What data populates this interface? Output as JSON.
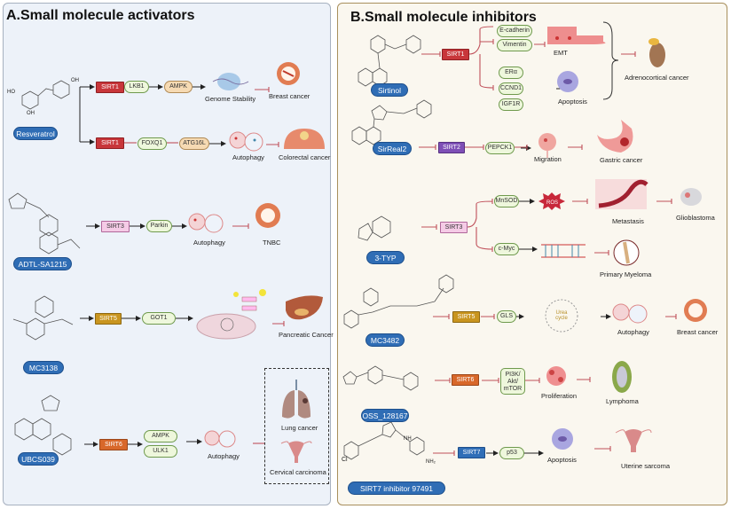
{
  "panel_a": {
    "title": "A.Small molecule activators",
    "rows": [
      {
        "drug": "Resveratrol",
        "atoms": [
          "HO",
          "OH",
          "OH"
        ],
        "path1": {
          "sirt": "SIRT1",
          "nodes": [
            "LKB1",
            "AMPK"
          ],
          "effect": "Genome Stability",
          "cancer": "Breast cancer"
        },
        "path2": {
          "sirt": "SIRT1",
          "nodes": [
            "FOXQ1",
            "ATG16L"
          ],
          "effect": "Autophagy",
          "cancer": "Colorectal cancer"
        }
      },
      {
        "drug": "ADTL-SA1215",
        "sirt": "SIRT3",
        "nodes": [
          "Parkin"
        ],
        "effect": "Autophagy",
        "cancer": "TNBC"
      },
      {
        "drug": "MC3138",
        "sirt": "SIRT5",
        "nodes": [
          "GOT1"
        ],
        "cancer": "Pancreatic Cancer"
      },
      {
        "drug": "UBCS039",
        "sirt": "SIRT6",
        "nodes": [
          "AMPK",
          "ULK1"
        ],
        "effect": "Autophagy",
        "cancers": [
          "Lung cancer",
          "Cervical carcinoma"
        ]
      }
    ]
  },
  "panel_b": {
    "title": "B.Small molecule inhibitors",
    "rows": [
      {
        "drug": "Sirtinol",
        "sirt": "SIRT1",
        "nodes": [
          "E-cadherin",
          "Vimentin",
          "ERα",
          "CCND1",
          "IGF1R"
        ],
        "effects": [
          "EMT",
          "Apoptosis"
        ],
        "cancer": "Adrenocortical cancer"
      },
      {
        "drug": "SirReal2",
        "sirt": "SIRT2",
        "nodes": [
          "PEPCK1"
        ],
        "effect": "Migration",
        "cancer": "Gastric cancer"
      },
      {
        "drug": "3-TYP",
        "sirt": "SIRT3",
        "nodes": [
          "MnSOD",
          "c-Myc"
        ],
        "ros": "ROS",
        "effects": [
          "Metastasis"
        ],
        "cancers": [
          "Glioblastoma",
          "Primary Myeloma"
        ]
      },
      {
        "drug": "MC3482",
        "sirt": "SIRT5",
        "nodes": [
          "GLS"
        ],
        "cycle": "Urea cycle",
        "effect": "Autophagy",
        "cancer": "Breast cancer"
      },
      {
        "drug": "OSS_128167",
        "sirt": "SIRT6",
        "nodes": [
          "PI3K/ Akt/ mTOR"
        ],
        "effect": "Proliferation",
        "cancer": "Lymphoma"
      },
      {
        "drug": "SIRT7 inhibitor 97491",
        "sirt": "SIRT7",
        "nodes": [
          "p53"
        ],
        "effect": "Apoptosis",
        "cancer": "Uterine sarcoma",
        "atoms": [
          "Cl",
          "NH",
          "NH₂"
        ]
      }
    ]
  },
  "colors": {
    "activation": "#222222",
    "inhibition": "#c0505a",
    "drug_pill": "#2f6db5",
    "SIRT1": "#c8363a",
    "SIRT2": "#7e4fb6",
    "SIRT3": "#f5cbe6",
    "SIRT5": "#c9951f",
    "SIRT6": "#d8682a",
    "SIRT7": "#2f6eb7"
  }
}
